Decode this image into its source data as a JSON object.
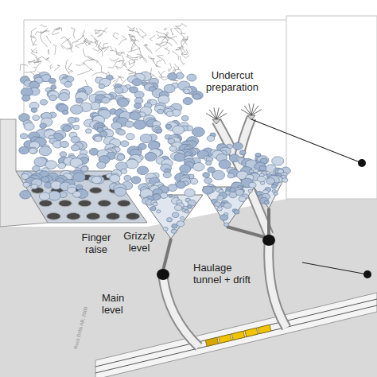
{
  "diagram": {
    "labels": [
      "Undercut preparation",
      "Finger raise",
      "Grizzly level",
      "Haulage tunnel + drift",
      "Main level",
      "Rock Drills AB, 2000"
    ]
  }
}
